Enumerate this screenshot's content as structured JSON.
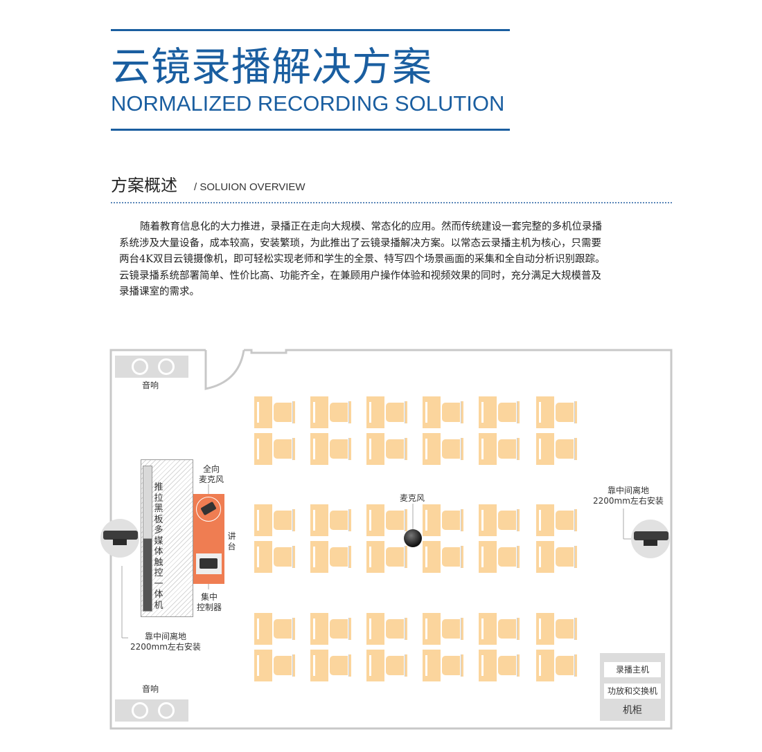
{
  "header": {
    "title_cn": "云镜录播解决方案",
    "title_en": "NORMALIZED RECORDING SOLUTION"
  },
  "section": {
    "title_cn": "方案概述",
    "title_en": "/ SOLUION OVERVIEW",
    "paragraph_lines": [
      "随着教育信息化的大力推进，录播正在走向大规模、常态化的应用。然而传统建设一套完整的多机位录播",
      "系统涉及大量设备，成本较高，安装繁琐，为此推出了云镜录播解决方案。以常态云录播主机为核心，只需要",
      "两台4K双目云镜摄像机，即可轻松实现老师和学生的全景、特写四个场景画面的采集和全自动分析识别跟踪。",
      "云镜录播系统部署简单、性价比高、功能齐全，在兼顾用户操作体验和视频效果的同时，充分满足大规模普及",
      "录播课室的需求。"
    ]
  },
  "diagram": {
    "speaker_top": "音响",
    "speaker_bottom": "音响",
    "blackboard": "推拉黑板多媒体触控一体机",
    "omni_mic": [
      "全向",
      "麦克风"
    ],
    "podium": "讲台",
    "controller": [
      "集中",
      "控制器"
    ],
    "mic": "麦克风",
    "camera_note_left": [
      "靠中间离地",
      "2200mm左右安装"
    ],
    "camera_note_right": [
      "靠中间离地",
      "2200mm左右安装"
    ],
    "cabinet": {
      "item1": "录播主机",
      "item2": "功放和交换机",
      "label": "机柜"
    },
    "colors": {
      "brand": "#1a5ea0",
      "desk": "#fbd59d",
      "podium": "#ef7d52",
      "wall": "#c8c8c8"
    }
  }
}
